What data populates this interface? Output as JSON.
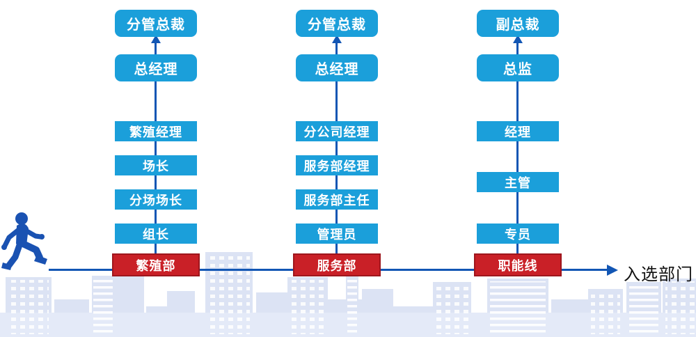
{
  "diagram": {
    "axis_label": "入选部门",
    "columns": [
      {
        "id": "breeding-line",
        "top": [
          "分管总裁",
          "总经理"
        ],
        "middle": [
          "繁殖经理",
          "场长",
          "分场场长",
          "组长"
        ],
        "department": "繁殖部"
      },
      {
        "id": "service-line",
        "top": [
          "分管总裁",
          "总经理"
        ],
        "middle": [
          "分公司经理",
          "服务部经理",
          "服务部主任",
          "管理员"
        ],
        "department": "服务部"
      },
      {
        "id": "functional-line",
        "top": [
          "副总裁",
          "总监"
        ],
        "middle": [
          "经理",
          "主管",
          "专员"
        ],
        "department": "职能线"
      }
    ],
    "icons": [
      "walking-person-icon",
      "up-arrow-icon",
      "right-arrow-icon"
    ],
    "colors": {
      "box_blue": "#1b9fda",
      "box_red": "#c92027",
      "box_red_border": "#9e161d",
      "line_blue": "#1256b4",
      "person_blue": "#1a52b2",
      "skyline": "#dce3f4",
      "skyline_light": "#e4eaf8",
      "label_text": "#111111"
    }
  }
}
